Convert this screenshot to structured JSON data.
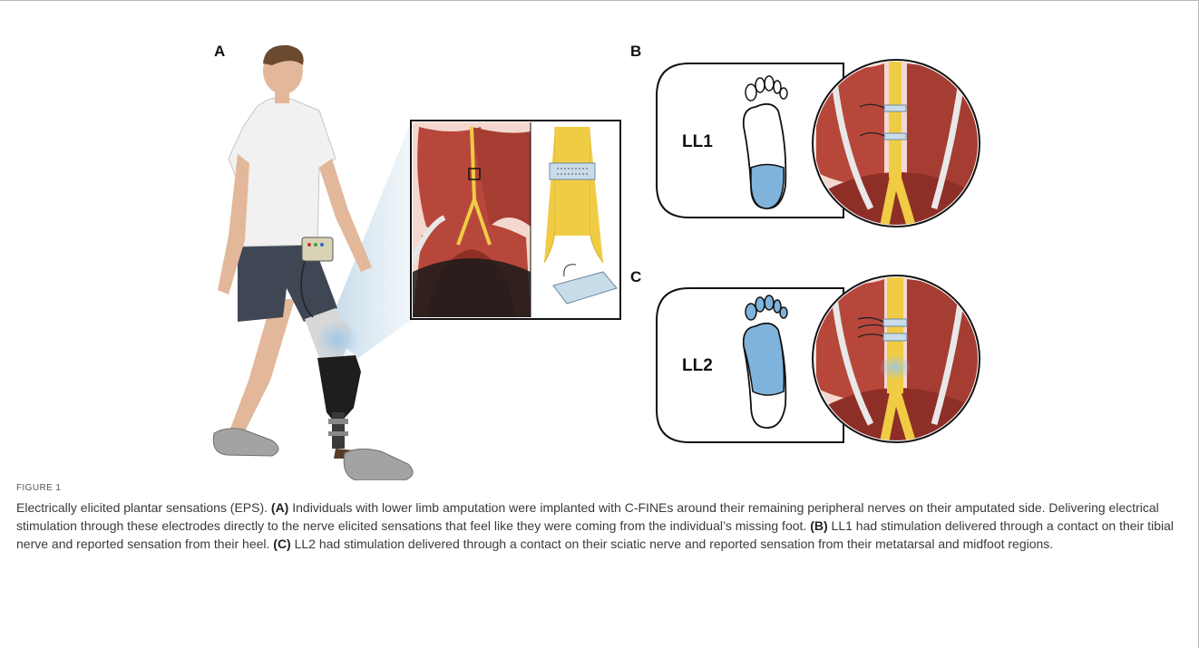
{
  "figure": {
    "panels": {
      "a": "A",
      "b": "B",
      "c": "C"
    },
    "subject_labels": {
      "ll1": "LL1",
      "ll2": "LL2"
    },
    "colors": {
      "muscle": "#b8473b",
      "muscle_dark": "#8e2f27",
      "nerve": "#f0cc45",
      "sensation": "#7fb3db",
      "electrode": "#c9dcea",
      "highlight": "#c7dcea"
    }
  },
  "caption": {
    "label": "FIGURE 1",
    "title": "Electrically elicited plantar sensations (EPS).",
    "a_tag": "(A)",
    "a_text": "Individuals with lower limb amputation were implanted with C-FINEs around their remaining peripheral nerves on their amputated side. Delivering electrical stimulation through these electrodes directly to the nerve elicited sensations that feel like they were coming from the individual’s missing foot.",
    "b_tag": "(B)",
    "b_text": "LL1 had stimulation delivered through a contact on their tibial nerve and reported sensation from their heel.",
    "c_tag": "(C)",
    "c_text": "LL2 had stimulation delivered through a contact on their sciatic nerve and reported sensation from their metatarsal and midfoot regions."
  }
}
